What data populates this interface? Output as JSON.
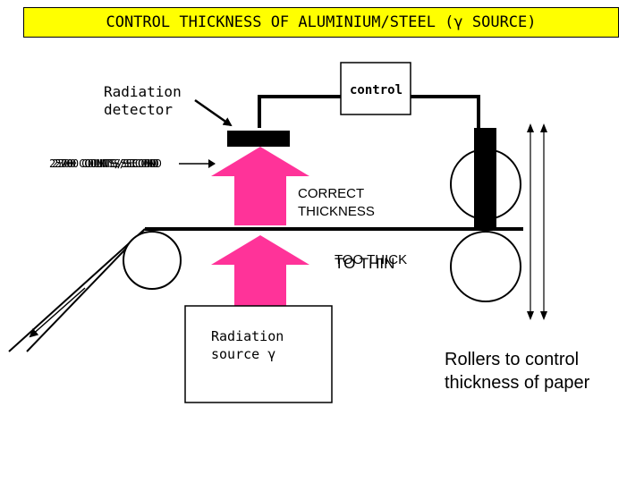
{
  "title": "CONTROL THICKNESS OF ALUMINIUM/STEEL (γ SOURCE)",
  "labels": {
    "detector": "Radiation\ndetector",
    "control": "control",
    "count_rate_a": "2500 COUNTS/SECOND",
    "count_rate_b": "2300 COUNTS/SECOND",
    "count_rate_c": "2700 COUNTS/SECOND",
    "correct": "CORRECT\nTHICKNESS",
    "too_thick": "TOO THICK",
    "too_thin": "TO THIN",
    "source": "Radiation\nsource γ",
    "rollers": "Rollers to control\nthickness of paper"
  },
  "colors": {
    "title_background": "#ffff00",
    "radiation_arrow": "#ff3399",
    "outline": "#000000"
  }
}
